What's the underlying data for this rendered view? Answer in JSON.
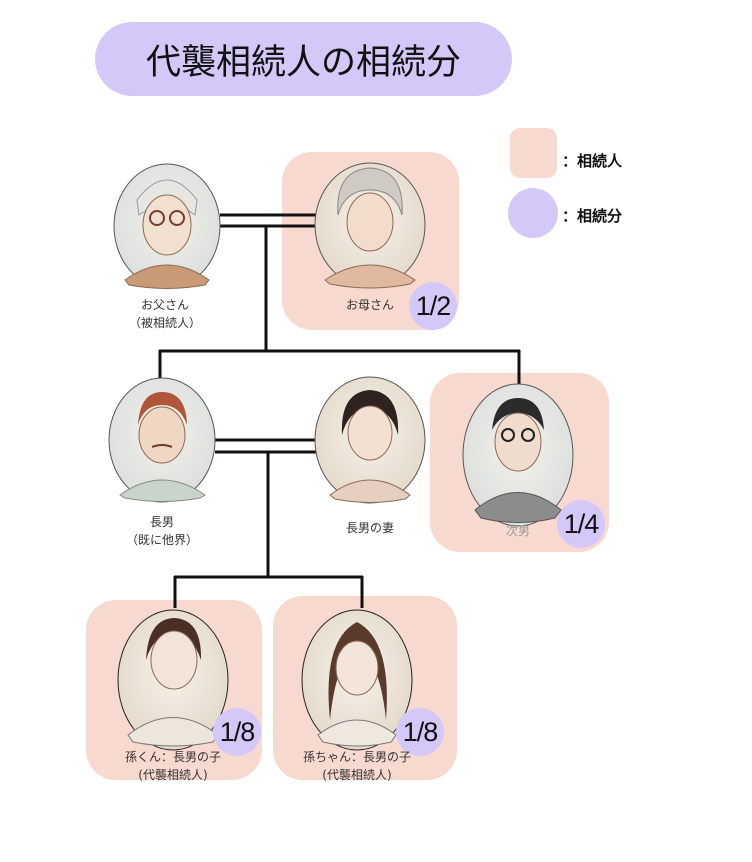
{
  "title": "代襲相続人の相続分",
  "legend": {
    "heir_label": "：相続人",
    "share_label": "：相続分"
  },
  "colors": {
    "heir": "#f8d9cf",
    "share": "#d4c8f8",
    "title_bg": "#d4c8f8"
  },
  "people": {
    "father": {
      "name": "お父さん",
      "note": "（被相続人）"
    },
    "mother": {
      "name": "お母さん",
      "share": "1/2"
    },
    "eldest_son": {
      "name": "長男",
      "note": "（既に他界）"
    },
    "eldest_son_wife": {
      "name": "長男の妻"
    },
    "second_son": {
      "name": "次男",
      "share": "1/4"
    },
    "grandson": {
      "name": "孫くん：長男の子",
      "note": "(代襲相続人)",
      "share": "1/8"
    },
    "granddaughter": {
      "name": "孫ちゃん：長男の子",
      "note": "(代襲相続人)",
      "share": "1/8"
    }
  }
}
